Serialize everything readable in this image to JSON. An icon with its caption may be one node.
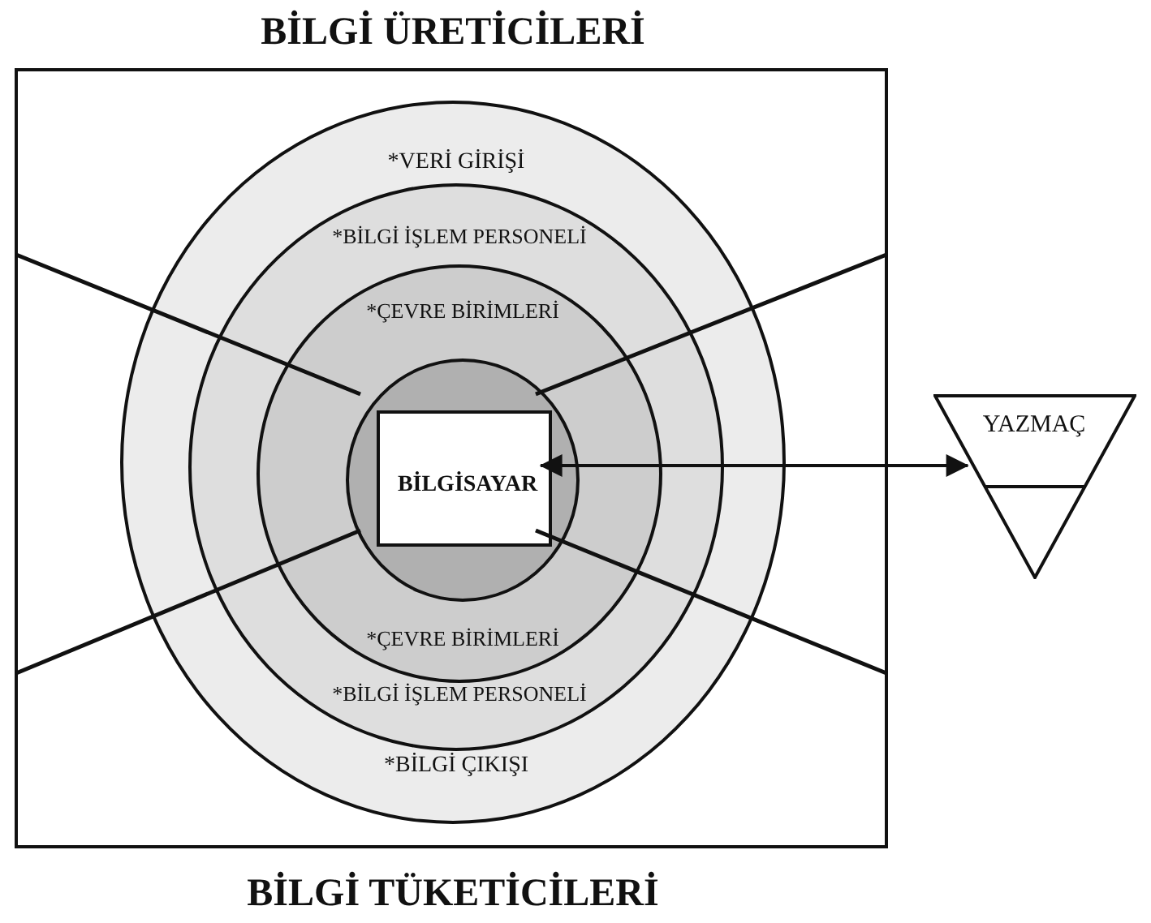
{
  "diagram": {
    "nodes": [
      {
        "text": [
          "BİLGİ ÜRETİCİLERİ",
          "BİLGİ TÜKETİCİLERİ"
        ]
      },
      {
        "text": [
          "*VERİ GİRİŞİ",
          "*BİLGİ ÇIKIŞI"
        ],
        "in": 0
      },
      {
        "text": [
          "*BİLGİ İŞLEM PERSONELİ",
          "*BİLGİ İŞLEM PERSONELİ"
        ],
        "in": 1
      },
      {
        "text": [
          "*ÇEVRE BİRİMLERİ",
          "*ÇEVRE BİRİMLERİ"
        ],
        "in": 2
      },
      {
        "text": [],
        "shape": "circle",
        "in": 3
      },
      {
        "text": [
          "BİLGİSAYAR"
        ],
        "in": 4
      },
      {
        "text": [
          "YAZMAÇ"
        ]
      }
    ],
    "edges": [
      {
        "from": 5,
        "to": 6,
        "arrow": "both"
      }
    ]
  }
}
